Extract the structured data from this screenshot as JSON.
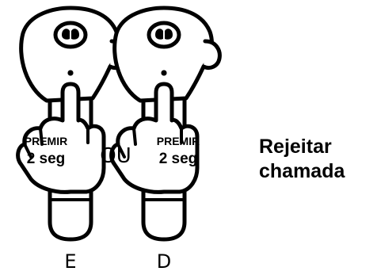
{
  "left_earbud": {
    "press_line1": "PREMIR",
    "press_line2": "2 seg",
    "side_label": "E"
  },
  "right_earbud": {
    "press_line1": "PREMIR",
    "press_line2": "2 seg",
    "side_label": "D"
  },
  "connector": "OU",
  "action": {
    "line1": "Rejeitar",
    "line2": "chamada"
  },
  "icons": {
    "earbud_logo": "double-hook-logo-icon",
    "press_hand": "pointing-hand-icon",
    "sensor_dot": "touch-sensor-dot-icon"
  },
  "colors": {
    "ink": "#000000",
    "background": "#ffffff"
  }
}
